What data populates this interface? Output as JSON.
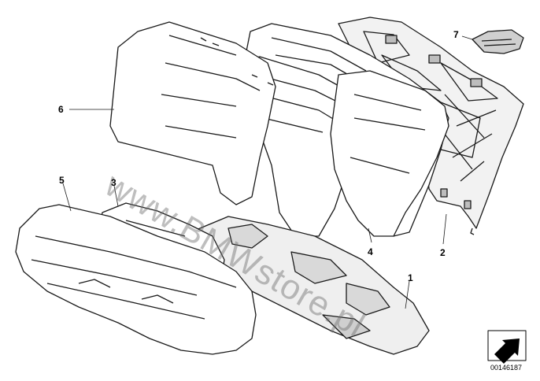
{
  "callouts": {
    "c1": "1",
    "c2": "2",
    "c3": "3",
    "c4": "4",
    "c5": "5",
    "c6": "6",
    "c7": "7"
  },
  "watermark": "www.BMWstore.pl",
  "reference_number": "00146187",
  "icons": {
    "direction": "arrow-down-left-icon"
  }
}
